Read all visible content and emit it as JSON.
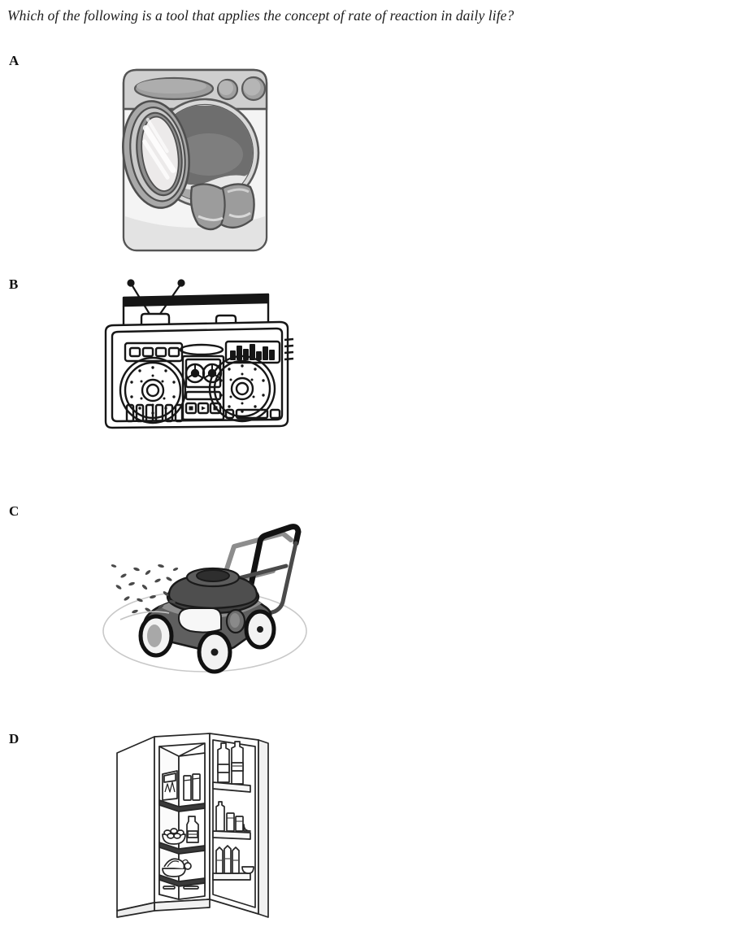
{
  "question": {
    "text": "Which of the following is a tool that applies the concept of rate of reaction in daily life?"
  },
  "options": [
    {
      "letter": "A",
      "image_name": "washing-machine-illustration",
      "description": "Front-loading washing machine with open door and laundry",
      "style": "grayscale shaded clipart",
      "colors": {
        "outline": "#4d4d4d",
        "body": "#f2f2f2",
        "panel": "#cccccc",
        "drum_dark": "#6e6e6e",
        "drum_darker": "#595959",
        "door_ring": "#b3b3b3",
        "laundry": "#9a9a9a"
      }
    },
    {
      "letter": "B",
      "image_name": "boombox-radio-illustration",
      "description": "Portable radio cassette player (boombox) with antennas, two speakers, cassette deck and buttons",
      "style": "black and white line art",
      "colors": {
        "outline": "#1a1a1a",
        "body": "#ffffff",
        "handle_bar": "#111111"
      }
    },
    {
      "letter": "C",
      "image_name": "lawn-mower-illustration",
      "description": "Push lawn mower ejecting grass clippings, standing on an ellipse of lawn",
      "style": "grayscale shaded clipart",
      "colors": {
        "outline": "#1a1a1a",
        "deck": "#5e5e5e",
        "deck_light": "#8c8c8c",
        "engine": "#4a4a4a",
        "wheel": "#efefef",
        "clippings": "#4a4a4a",
        "ground": "#bdbdbd"
      }
    },
    {
      "letter": "D",
      "image_name": "refrigerator-illustration",
      "description": "Open refrigerator with stocked shelves, bottles in the door, fruit basket and crisper drawers",
      "style": "black and white line art",
      "colors": {
        "outline": "#262626",
        "body": "#ffffff",
        "shelf_edge": "#333333"
      },
      "contents": [
        "bag of food",
        "cartons",
        "bottles in door",
        "bowl of eggs",
        "milk jug",
        "jars in door",
        "fruit basket",
        "milk cartons",
        "bowl",
        "crisper drawers"
      ]
    }
  ]
}
